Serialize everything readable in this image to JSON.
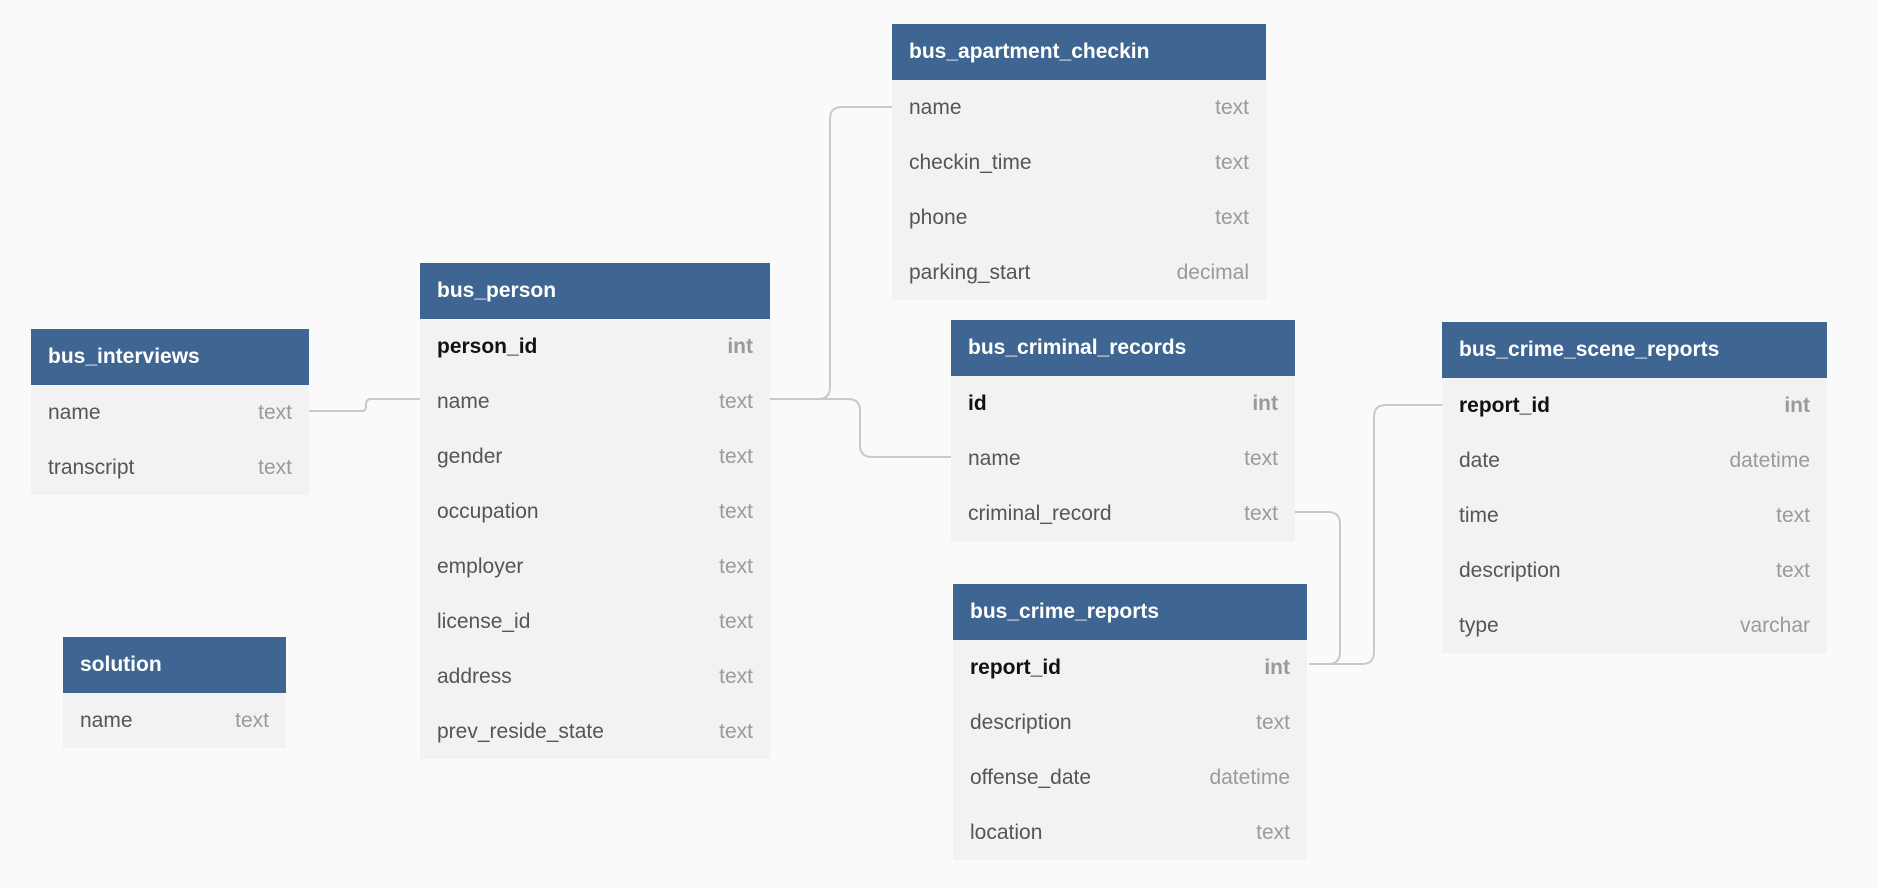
{
  "tables": [
    {
      "name": "bus_apartment_checkin",
      "columns": [
        {
          "name": "name",
          "type": "text",
          "pk": false
        },
        {
          "name": "checkin_time",
          "type": "text",
          "pk": false
        },
        {
          "name": "phone",
          "type": "text",
          "pk": false
        },
        {
          "name": "parking_start",
          "type": "decimal",
          "pk": false
        }
      ]
    },
    {
      "name": "bus_person",
      "columns": [
        {
          "name": "person_id",
          "type": "int",
          "pk": true
        },
        {
          "name": "name",
          "type": "text",
          "pk": false
        },
        {
          "name": "gender",
          "type": "text",
          "pk": false
        },
        {
          "name": "occupation",
          "type": "text",
          "pk": false
        },
        {
          "name": "employer",
          "type": "text",
          "pk": false
        },
        {
          "name": "license_id",
          "type": "text",
          "pk": false
        },
        {
          "name": "address",
          "type": "text",
          "pk": false
        },
        {
          "name": "prev_reside_state",
          "type": "text",
          "pk": false
        }
      ]
    },
    {
      "name": "bus_interviews",
      "columns": [
        {
          "name": "name",
          "type": "text",
          "pk": false
        },
        {
          "name": "transcript",
          "type": "text",
          "pk": false
        }
      ]
    },
    {
      "name": "bus_criminal_records",
      "columns": [
        {
          "name": "id",
          "type": "int",
          "pk": true
        },
        {
          "name": "name",
          "type": "text",
          "pk": false
        },
        {
          "name": "criminal_record",
          "type": "text",
          "pk": false
        }
      ]
    },
    {
      "name": "bus_crime_scene_reports",
      "columns": [
        {
          "name": "report_id",
          "type": "int",
          "pk": true
        },
        {
          "name": "date",
          "type": "datetime",
          "pk": false
        },
        {
          "name": "time",
          "type": "text",
          "pk": false
        },
        {
          "name": "description",
          "type": "text",
          "pk": false
        },
        {
          "name": "type",
          "type": "varchar",
          "pk": false
        }
      ]
    },
    {
      "name": "bus_crime_reports",
      "columns": [
        {
          "name": "report_id",
          "type": "int",
          "pk": true
        },
        {
          "name": "description",
          "type": "text",
          "pk": false
        },
        {
          "name": "offense_date",
          "type": "datetime",
          "pk": false
        },
        {
          "name": "location",
          "type": "text",
          "pk": false
        }
      ]
    },
    {
      "name": "solution",
      "columns": [
        {
          "name": "name",
          "type": "text",
          "pk": false
        }
      ]
    }
  ],
  "relationships": [
    {
      "from": "bus_interviews.name",
      "to": "bus_person.name"
    },
    {
      "from": "bus_person.name",
      "to": "bus_apartment_checkin.name"
    },
    {
      "from": "bus_person.name",
      "to": "bus_criminal_records.name"
    },
    {
      "from": "bus_criminal_records.criminal_record",
      "to": "bus_crime_reports.report_id"
    },
    {
      "from": "bus_crime_reports.report_id",
      "to": "bus_crime_scene_reports.report_id"
    }
  ]
}
